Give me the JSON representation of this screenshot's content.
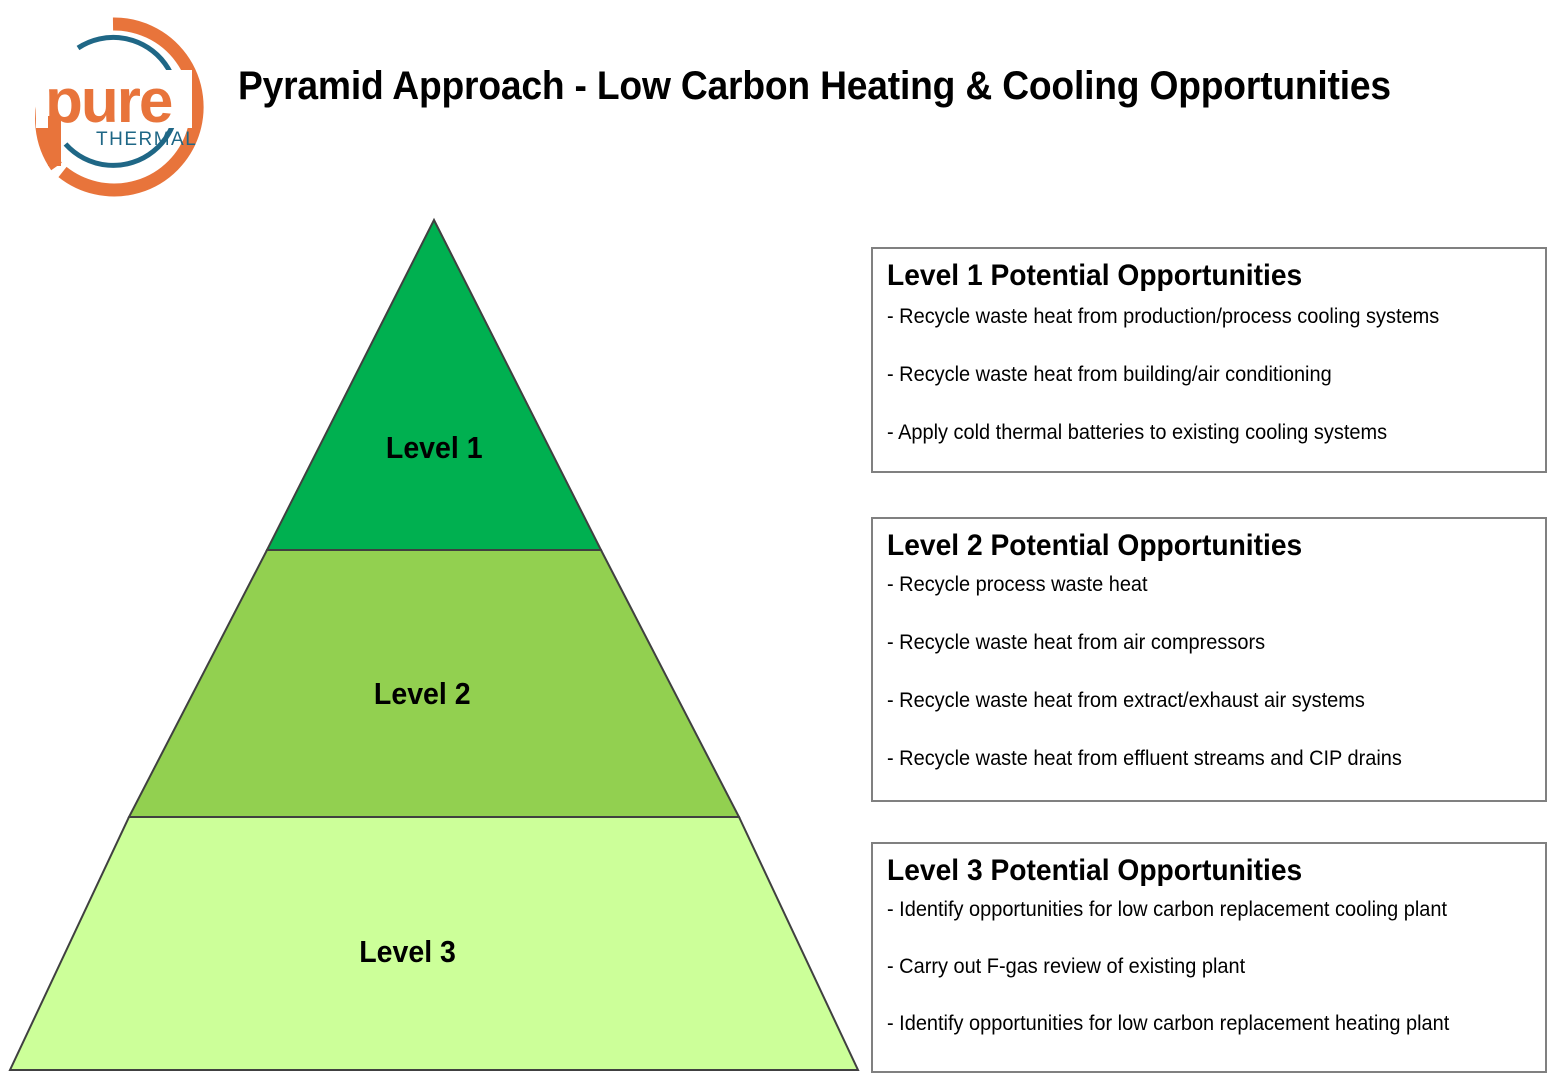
{
  "header": {
    "title": "Pyramid Approach - Low Carbon Heating & Cooling Opportunities",
    "logo": {
      "name": "pure-thermal-logo",
      "wordmark": "pure",
      "subtitle": "THERMAL",
      "colors": {
        "orange": "#E8743B",
        "teal": "#1F6786"
      }
    }
  },
  "pyramid": {
    "name": "three-level-pyramid",
    "levels": [
      {
        "id": "level-1",
        "label": "Level 1",
        "color": "#00B050"
      },
      {
        "id": "level-2",
        "label": "Level 2",
        "color": "#92D050"
      },
      {
        "id": "level-3",
        "label": "Level 3",
        "color": "#CCFF99"
      }
    ],
    "outline_color": "#404040"
  },
  "boxes": [
    {
      "id": "level-1",
      "title": "Level 1 Potential Opportunities",
      "items": [
        "- Recycle waste heat from production/process cooling systems",
        "- Recycle waste heat from building/air conditioning",
        "- Apply cold thermal batteries to existing cooling systems"
      ]
    },
    {
      "id": "level-2",
      "title": "Level 2 Potential Opportunities",
      "items": [
        "- Recycle process waste heat",
        "- Recycle waste heat from air compressors",
        "- Recycle waste heat from extract/exhaust air systems",
        "- Recycle waste heat from effluent streams and CIP drains"
      ]
    },
    {
      "id": "level-3",
      "title": "Level 3 Potential Opportunities",
      "items": [
        "- Identify opportunities for low carbon replacement cooling plant",
        "- Carry out F-gas review of existing plant",
        "- Identify opportunities for low carbon replacement heating plant"
      ]
    }
  ]
}
